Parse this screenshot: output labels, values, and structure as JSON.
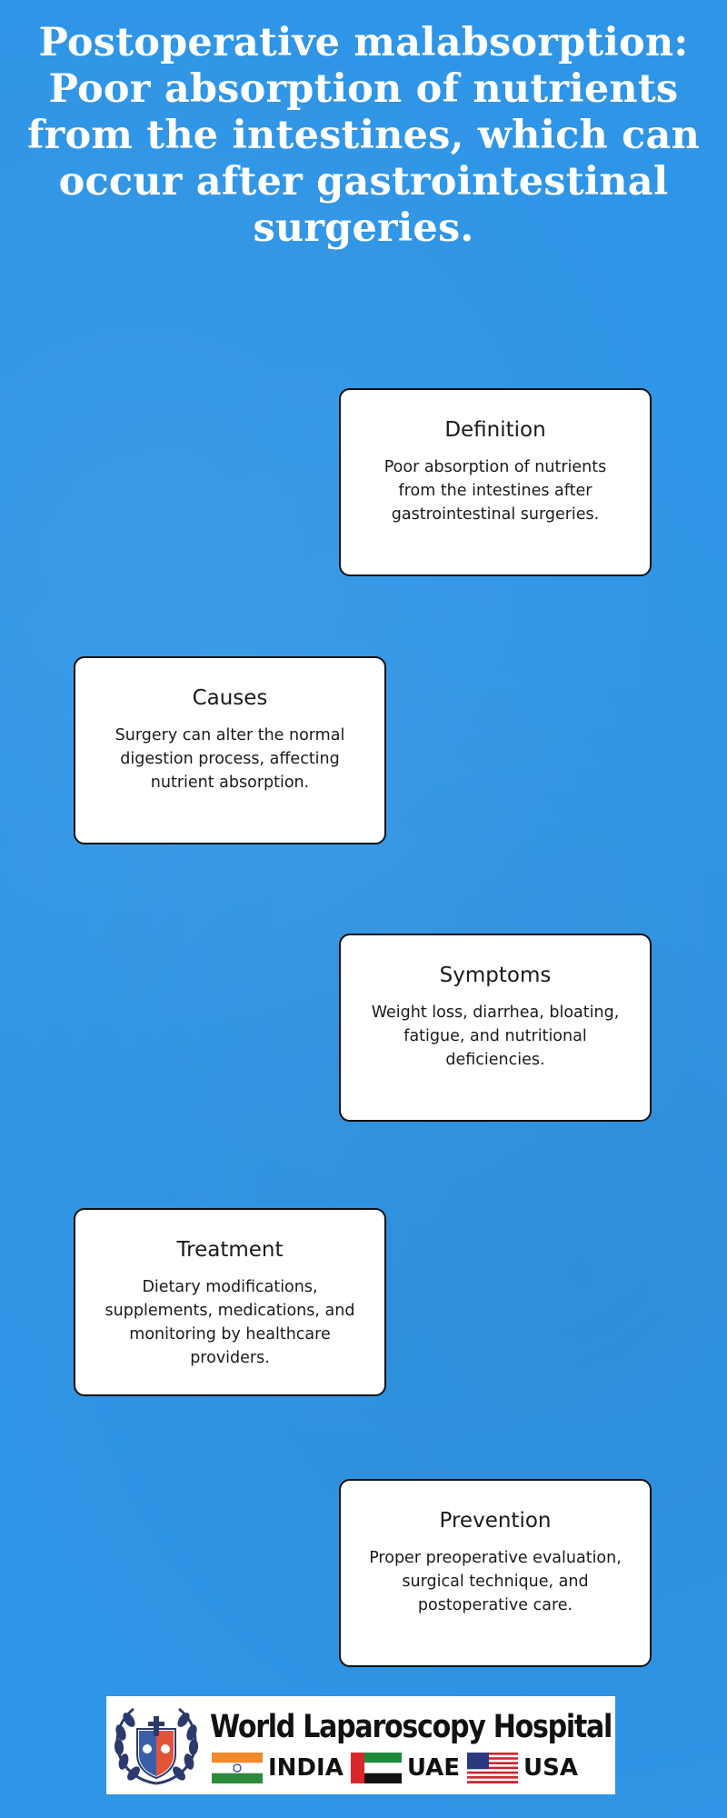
{
  "title": "Postoperative malabsorption: Poor absorption of nutrients from the intestines, which can occur after gastrointestinal surgeries.",
  "cards": [
    {
      "heading": "Definition",
      "text": "Poor absorption of nutrients from the intestines after gastrointestinal surgeries."
    },
    {
      "heading": "Causes",
      "text": "Surgery can alter the normal digestion process, affecting nutrient absorption."
    },
    {
      "heading": "Symptoms",
      "text": "Weight loss, diarrhea, bloating, fatigue, and nutritional deficiencies."
    },
    {
      "heading": "Treatment",
      "text": "Dietary modifications, supplements, medications, and monitoring by healthcare providers."
    },
    {
      "heading": "Prevention",
      "text": "Proper preoperative evaluation, surgical technique, and postoperative care."
    }
  ],
  "logo": {
    "name": "World Laparoscopy Hospital",
    "countries": [
      "INDIA",
      "UAE",
      "USA"
    ]
  },
  "colors": {
    "background": "#2f95e6",
    "card": "#ffffff",
    "text": "#1a1a1a",
    "title": "#ffffff"
  },
  "icons": [
    "hospital-emblem-icon",
    "india-flag-icon",
    "uae-flag-icon",
    "usa-flag-icon"
  ]
}
